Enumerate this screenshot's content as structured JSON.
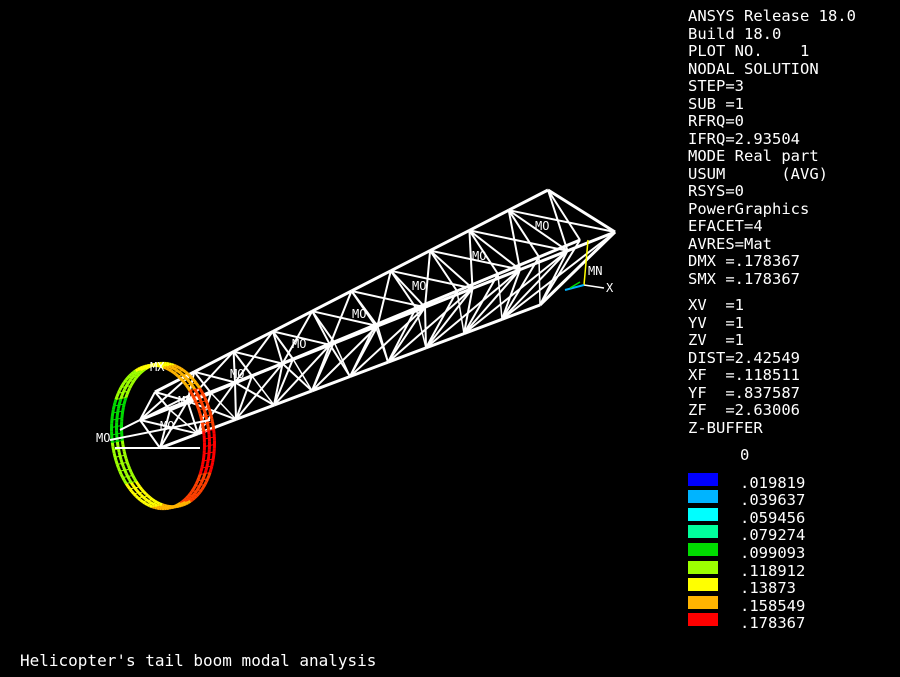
{
  "info_lines": [
    "ANSYS Release 18.0",
    "Build 18.0",
    "PLOT NO.    1",
    "NODAL SOLUTION",
    "STEP=3",
    "SUB =1",
    "RFRQ=0",
    "IFRQ=2.93504",
    "MODE Real part",
    "USUM      (AVG)",
    "RSYS=0",
    "PowerGraphics",
    "EFACET=4",
    "AVRES=Mat",
    "DMX =.178367",
    "SMX =.178367"
  ],
  "view_lines": [
    "XV  =1",
    "YV  =1",
    "ZV  =1",
    "DIST=2.42549",
    "XF  =.118511",
    "YF  =.837587",
    "ZF  =2.63006",
    "Z-BUFFER"
  ],
  "legend": {
    "top_value": "0",
    "entries": [
      {
        "value": ".019819",
        "color": "#0000ff"
      },
      {
        "value": ".039637",
        "color": "#00b4ff"
      },
      {
        "value": ".059456",
        "color": "#00ffff"
      },
      {
        "value": ".079274",
        "color": "#00ff9c"
      },
      {
        "value": ".099093",
        "color": "#00dc00"
      },
      {
        "value": ".118912",
        "color": "#9cff00"
      },
      {
        "value": ".13873",
        "color": "#ffff00"
      },
      {
        "value": ".158549",
        "color": "#ffb400"
      },
      {
        "value": ".178367",
        "color": "#ff0000"
      }
    ]
  },
  "model_labels": {
    "mx": "MX",
    "mn": "MN",
    "mo": "MO",
    "axis_x": "X"
  },
  "caption": "Helicopter's tail boom modal analysis"
}
